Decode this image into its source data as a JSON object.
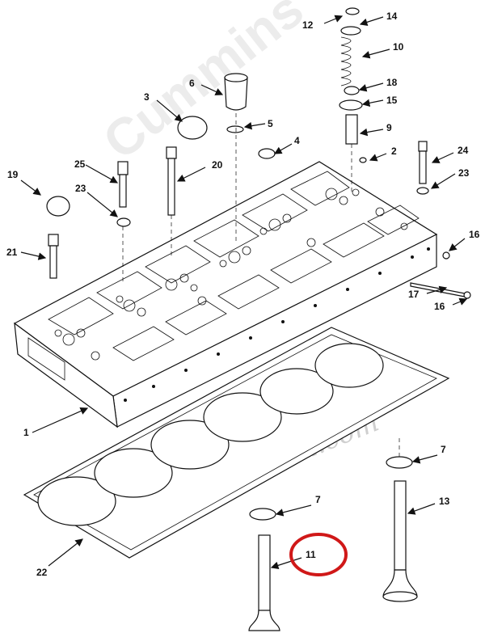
{
  "watermarks": {
    "brand": "Cummins",
    "site": "www.gftcrm.com"
  },
  "callouts": {
    "c1": "1",
    "c2": "2",
    "c3": "3",
    "c4": "4",
    "c5": "5",
    "c6": "6",
    "c7a": "7",
    "c7b": "7",
    "c9": "9",
    "c10": "10",
    "c11": "11",
    "c12": "12",
    "c13": "13",
    "c14": "14",
    "c15": "15",
    "c16a": "16",
    "c16b": "16",
    "c17": "17",
    "c18": "18",
    "c19": "19",
    "c20": "20",
    "c21": "21",
    "c22": "22",
    "c23a": "23",
    "c23b": "23",
    "c24": "24",
    "c25": "25"
  },
  "highlight": {
    "callout": "11",
    "color": "#d01818"
  }
}
